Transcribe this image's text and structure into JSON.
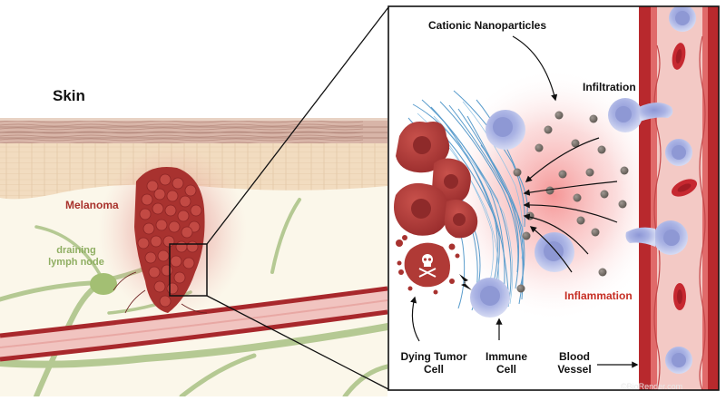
{
  "labels": {
    "skin": "Skin",
    "melanoma": "Melanoma",
    "lymph_node": "draining\nlymph node",
    "cationic_nanoparticles": "Cationic Nanoparticles",
    "infiltration": "Infiltration",
    "inflammation": "Inflammation",
    "dying_tumor_cell": "Dying Tumor\nCell",
    "immune_cell": "Immune\nCell",
    "blood_vessel": "Blood\nVessel",
    "watermark": "©BioRender.com"
  },
  "colors": {
    "tumor": "#b8403c",
    "tumor_dark": "#8e2a2a",
    "stroma_fiber": "#5a9ccc",
    "immune_cell": "#c8d0ef",
    "nanoparticle": "#6e6862",
    "vessel_wall": "#b3262a",
    "red_blood_cell": "#c62830",
    "inflammation_label": "#c62e24",
    "lymph_vessel": "#a8bf82"
  },
  "icons": [
    "skull-crossbones-icon",
    "lightning-bolt-icon",
    "arrow-icon"
  ]
}
